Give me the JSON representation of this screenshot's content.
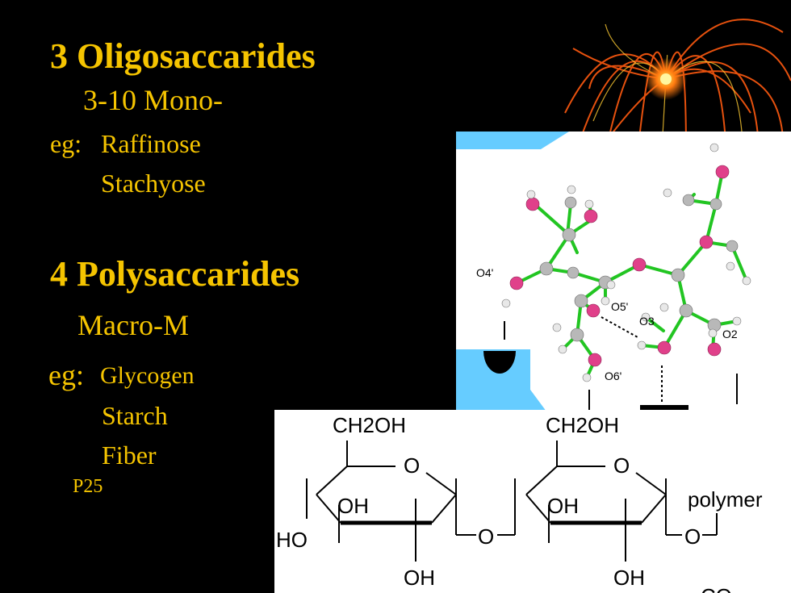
{
  "section3": {
    "title": "3 Oligosaccarides",
    "subtitle": "3-10 Mono-",
    "eg_label": "eg:",
    "examples": [
      "Raffinose",
      "Stachyose"
    ]
  },
  "section4": {
    "title": "4 Polysaccarides",
    "subtitle": "Macro-M",
    "eg_label": "eg:",
    "examples": [
      "Glycogen",
      "Starch",
      "Fiber"
    ],
    "page_ref": "P25"
  },
  "molecule_3d": {
    "labels": [
      "O4'",
      "O5'",
      "O3",
      "O2",
      "O6'"
    ]
  },
  "structure_2d": {
    "labels": [
      "CH2OH",
      "CH2OH",
      "O",
      "O",
      "OH",
      "OH",
      "HO",
      "O",
      "O",
      "OH",
      "OH",
      "polymer",
      "CO"
    ]
  },
  "colors": {
    "accent": "#f5c400",
    "background": "#000000",
    "bond": "#22c522",
    "oxygen": "#e0408a",
    "carbon": "#b8b8b8",
    "panel": "#66ccff"
  }
}
